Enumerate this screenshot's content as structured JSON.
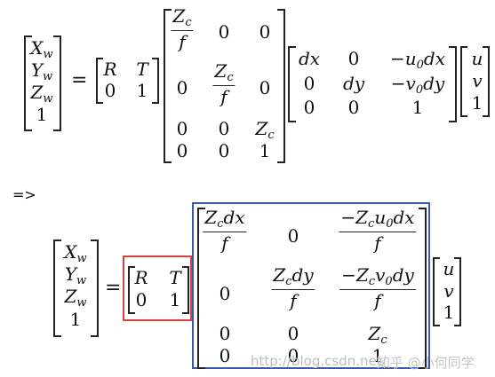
{
  "eq1": {
    "lhs": [
      "X",
      "Y",
      "Z",
      "1"
    ],
    "lhs_sub": [
      "w",
      "w",
      "w",
      ""
    ],
    "equals": "=",
    "rt": {
      "r1": [
        "R",
        "T"
      ],
      "r2": [
        "0",
        "1"
      ]
    },
    "k": {
      "a_num": "Z",
      "a_num_sub": "c",
      "a_den": "f",
      "r1_z1": "0",
      "r1_z2": "0",
      "r2_z1": "0",
      "b_num": "Z",
      "b_num_sub": "c",
      "b_den": "f",
      "r2_z2": "0",
      "r3": [
        "0",
        "0"
      ],
      "r3_z": "Z",
      "r3_z_sub": "c",
      "r4": [
        "0",
        "0",
        "1"
      ]
    },
    "p": {
      "r1": [
        "dx",
        "0",
        "−u",
        "dx"
      ],
      "r1_sub": "0",
      "r2": [
        "0",
        "dy",
        "−v",
        "dy"
      ],
      "r2_sub": "0",
      "r3": [
        "0",
        "0",
        "1"
      ]
    },
    "uv": [
      "u",
      "v",
      "1"
    ]
  },
  "arrow": "=>",
  "eq2": {
    "lhs": [
      "X",
      "Y",
      "Z",
      "1"
    ],
    "lhs_sub": [
      "w",
      "w",
      "w",
      ""
    ],
    "equals": "=",
    "rt": {
      "r1": [
        "R",
        "T"
      ],
      "r2": [
        "0",
        "1"
      ]
    },
    "m": {
      "a_num": [
        "Z",
        "dx"
      ],
      "a_num_sub": "c",
      "a_den": "f",
      "a_zero": "0",
      "a3_num": [
        "−Z",
        "u",
        "dx"
      ],
      "a3_num_subs": [
        "c",
        "0"
      ],
      "a3_den": "f",
      "b_zero": "0",
      "b_num": [
        "Z",
        "dy"
      ],
      "b_num_sub": "c",
      "b_den": "f",
      "b3_num": [
        "−Z",
        "v",
        "dy"
      ],
      "b3_num_subs": [
        "c",
        "0"
      ],
      "b3_den": "f",
      "r3": [
        "0",
        "0"
      ],
      "r3_z": "Z",
      "r3_z_sub": "c",
      "r4": [
        "0",
        "0",
        "1"
      ]
    },
    "uv": [
      "u",
      "v",
      "1"
    ]
  },
  "highlight_colors": {
    "rt_box": "#d94040",
    "k_box": "#3a56b0"
  },
  "watermark": {
    "url": "http://blog.csdn.net/",
    "brand": "知乎 @小何同学"
  }
}
